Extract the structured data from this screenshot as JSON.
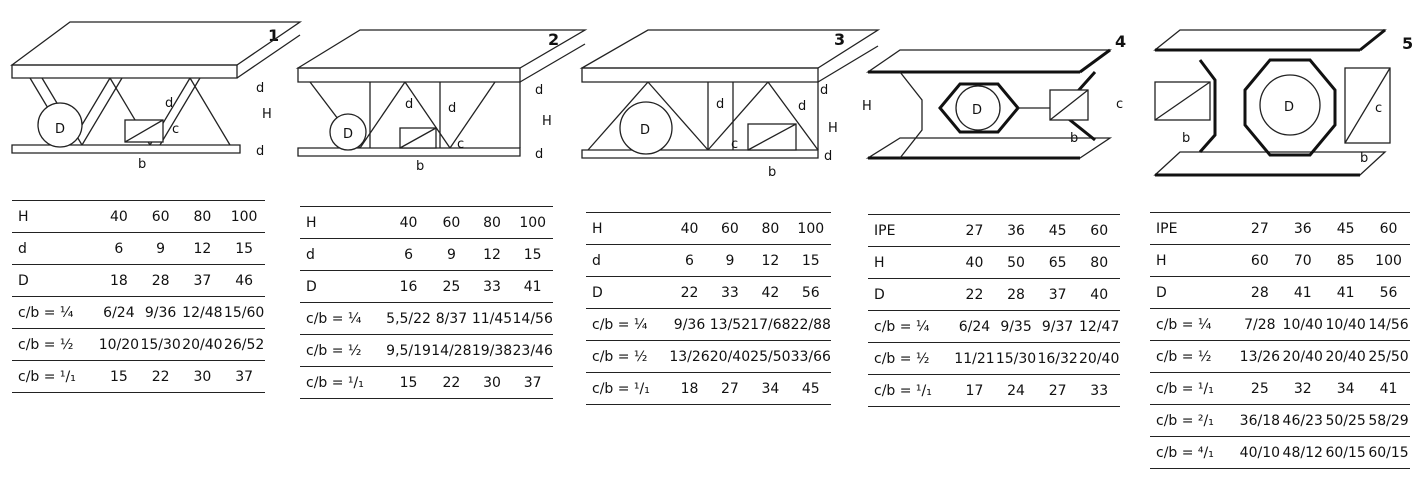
{
  "panels": [
    {
      "number": "1",
      "labels": {
        "d_top": "d",
        "d_bottom": "d",
        "d_mid": "d",
        "H": "H",
        "D": "D",
        "c": "c",
        "b": "b"
      },
      "table": [
        [
          "H",
          "40",
          "60",
          "80",
          "100"
        ],
        [
          "d",
          "6",
          "9",
          "12",
          "15"
        ],
        [
          "D",
          "18",
          "28",
          "37",
          "46"
        ],
        [
          "c/b = ¼",
          "6/24",
          "9/36",
          "12/48",
          "15/60"
        ],
        [
          "c/b = ½",
          "10/20",
          "15/30",
          "20/40",
          "26/52"
        ],
        [
          "c/b = ¹/₁",
          "15",
          "22",
          "30",
          "37"
        ]
      ]
    },
    {
      "number": "2",
      "labels": {
        "d_top": "d",
        "d_bottom": "d",
        "d_mid": "d",
        "d_mid2": "d",
        "H": "H",
        "D": "D",
        "c": "c",
        "b": "b"
      },
      "table": [
        [
          "H",
          "40",
          "60",
          "80",
          "100"
        ],
        [
          "d",
          "6",
          "9",
          "12",
          "15"
        ],
        [
          "D",
          "16",
          "25",
          "33",
          "41"
        ],
        [
          "c/b = ¼",
          "5,5/22",
          "8/37",
          "11/45",
          "14/56"
        ],
        [
          "c/b = ½",
          "9,5/19",
          "14/28",
          "19/38",
          "23/46"
        ],
        [
          "c/b = ¹/₁",
          "15",
          "22",
          "30",
          "37"
        ]
      ]
    },
    {
      "number": "3",
      "labels": {
        "d_top": "d",
        "d_bottom": "d",
        "d_mid": "d",
        "d_mid2": "d",
        "H": "H",
        "D": "D",
        "c": "c",
        "b": "b"
      },
      "table": [
        [
          "H",
          "40",
          "60",
          "80",
          "100"
        ],
        [
          "d",
          "6",
          "9",
          "12",
          "15"
        ],
        [
          "D",
          "22",
          "33",
          "42",
          "56"
        ],
        [
          "c/b = ¼",
          "9/36",
          "13/52",
          "17/68",
          "22/88"
        ],
        [
          "c/b = ½",
          "13/26",
          "20/40",
          "25/50",
          "33/66"
        ],
        [
          "c/b = ¹/₁",
          "18",
          "27",
          "34",
          "45"
        ]
      ]
    },
    {
      "number": "4",
      "labels": {
        "H": "H",
        "D": "D",
        "c": "c",
        "b": "b"
      },
      "table": [
        [
          "IPE",
          "27",
          "36",
          "45",
          "60"
        ],
        [
          "H",
          "40",
          "50",
          "65",
          "80"
        ],
        [
          "D",
          "22",
          "28",
          "37",
          "40"
        ],
        [
          "c/b = ¼",
          "6/24",
          "9/35",
          "9/37",
          "12/47"
        ],
        [
          "c/b = ½",
          "11/21",
          "15/30",
          "16/32",
          "20/40"
        ],
        [
          "c/b = ¹/₁",
          "17",
          "24",
          "27",
          "33"
        ]
      ]
    },
    {
      "number": "5",
      "labels": {
        "D": "D",
        "c": "c",
        "b": "b",
        "b2": "b"
      },
      "table": [
        [
          "IPE",
          "27",
          "36",
          "45",
          "60"
        ],
        [
          "H",
          "60",
          "70",
          "85",
          "100"
        ],
        [
          "D",
          "28",
          "41",
          "41",
          "56"
        ],
        [
          "c/b = ¼",
          "7/28",
          "10/40",
          "10/40",
          "14/56"
        ],
        [
          "c/b = ½",
          "13/26",
          "20/40",
          "20/40",
          "25/50"
        ],
        [
          "c/b = ¹/₁",
          "25",
          "32",
          "34",
          "41"
        ],
        [
          "c/b = ²/₁",
          "36/18",
          "46/23",
          "50/25",
          "58/29"
        ],
        [
          "c/b = ⁴/₁",
          "40/10",
          "48/12",
          "60/15",
          "60/15"
        ]
      ]
    }
  ]
}
